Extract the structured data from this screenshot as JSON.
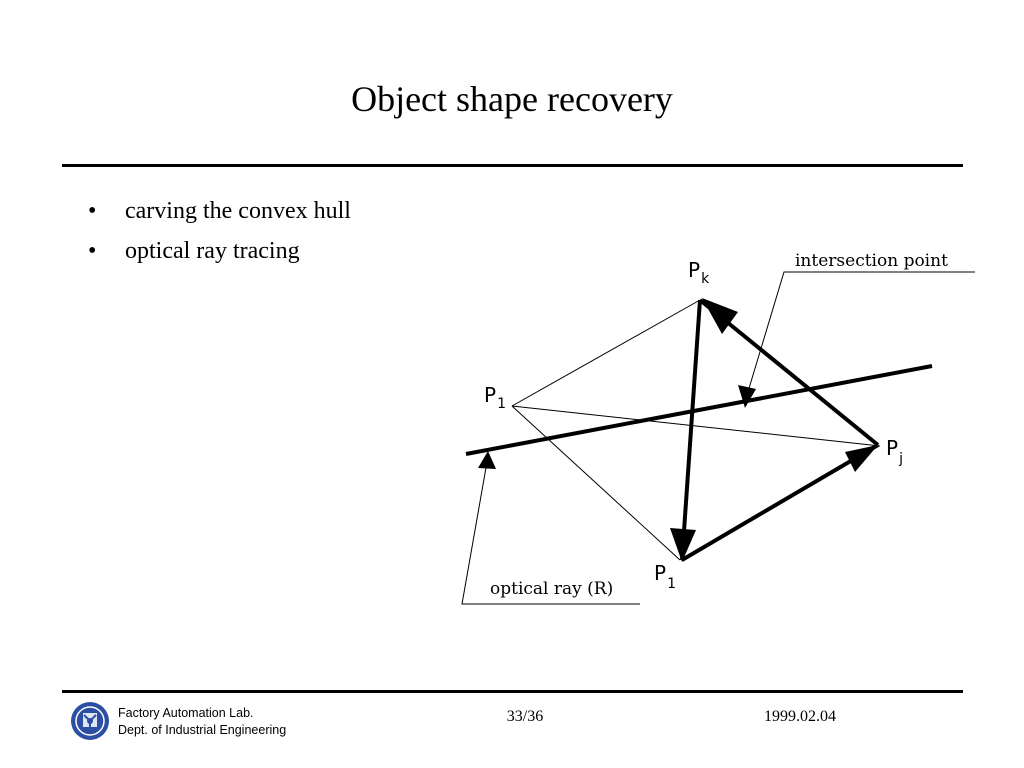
{
  "slide": {
    "title": "Object shape recovery",
    "bullets": [
      {
        "text": "carving the convex hull"
      },
      {
        "text": "optical ray tracing"
      }
    ]
  },
  "diagram": {
    "labels": {
      "pk": "P",
      "pk_sub": "k",
      "p1": "P",
      "p1_sub": "1",
      "pj": "P",
      "pj_sub": "j",
      "pi": "P",
      "pi_sub": "1",
      "intersection": "intersection point",
      "ray": "optical ray (R)"
    }
  },
  "footer": {
    "lab": "Factory Automation Lab.",
    "dept": "Dept. of Industrial Engineering",
    "page": "33/36",
    "date": "1999.02.04"
  },
  "icons": {
    "logo": "university-seal-icon"
  },
  "colors": {
    "logo_blue": "#2c4fa3"
  }
}
